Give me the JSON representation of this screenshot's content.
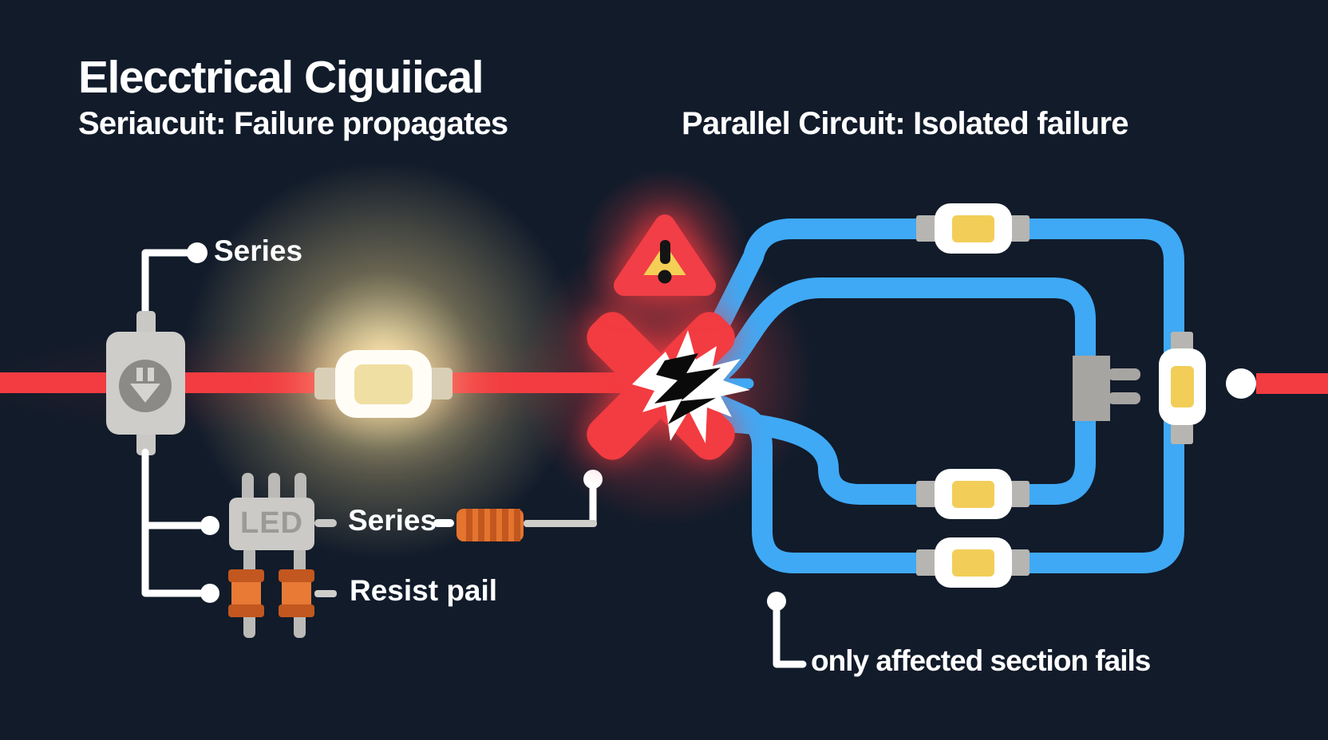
{
  "titles": {
    "main": "Elecctrical Ciguiical",
    "series_subtitle": "Seriaıcuit: Failure propagates",
    "parallel_title": "Parallel Circuit: Isolated failure"
  },
  "labels": {
    "series_top": "Series",
    "led_chip": "LED",
    "series_mid": "Series",
    "resistor_pair": "Resist pail",
    "parallel_note": "only affected section fails"
  },
  "icons": {
    "power_source": "plug-with-down-arrow-icon",
    "warning": "warning-triangle-exclamation-icon",
    "failure_cross": "red-x-icon",
    "spark": "spark-burst-icon",
    "led_bulb": "glowing-led-module-icon",
    "led_module": "led-module-yellow-chip-icon",
    "plug": "two-prong-plug-icon",
    "resistor": "striped-resistor-icon"
  },
  "colors": {
    "background": "#111b2a",
    "wire_red": "#f23c41",
    "wire_blue": "#3fa9f5",
    "component_yellow": "#f2ce58",
    "warning_yellow": "#f5cf55",
    "bulb_yellow": "#f0dfa2",
    "gray_component": "#cecdc9",
    "resistor_orange": "#e4742e",
    "callout_white": "#ffffff"
  }
}
